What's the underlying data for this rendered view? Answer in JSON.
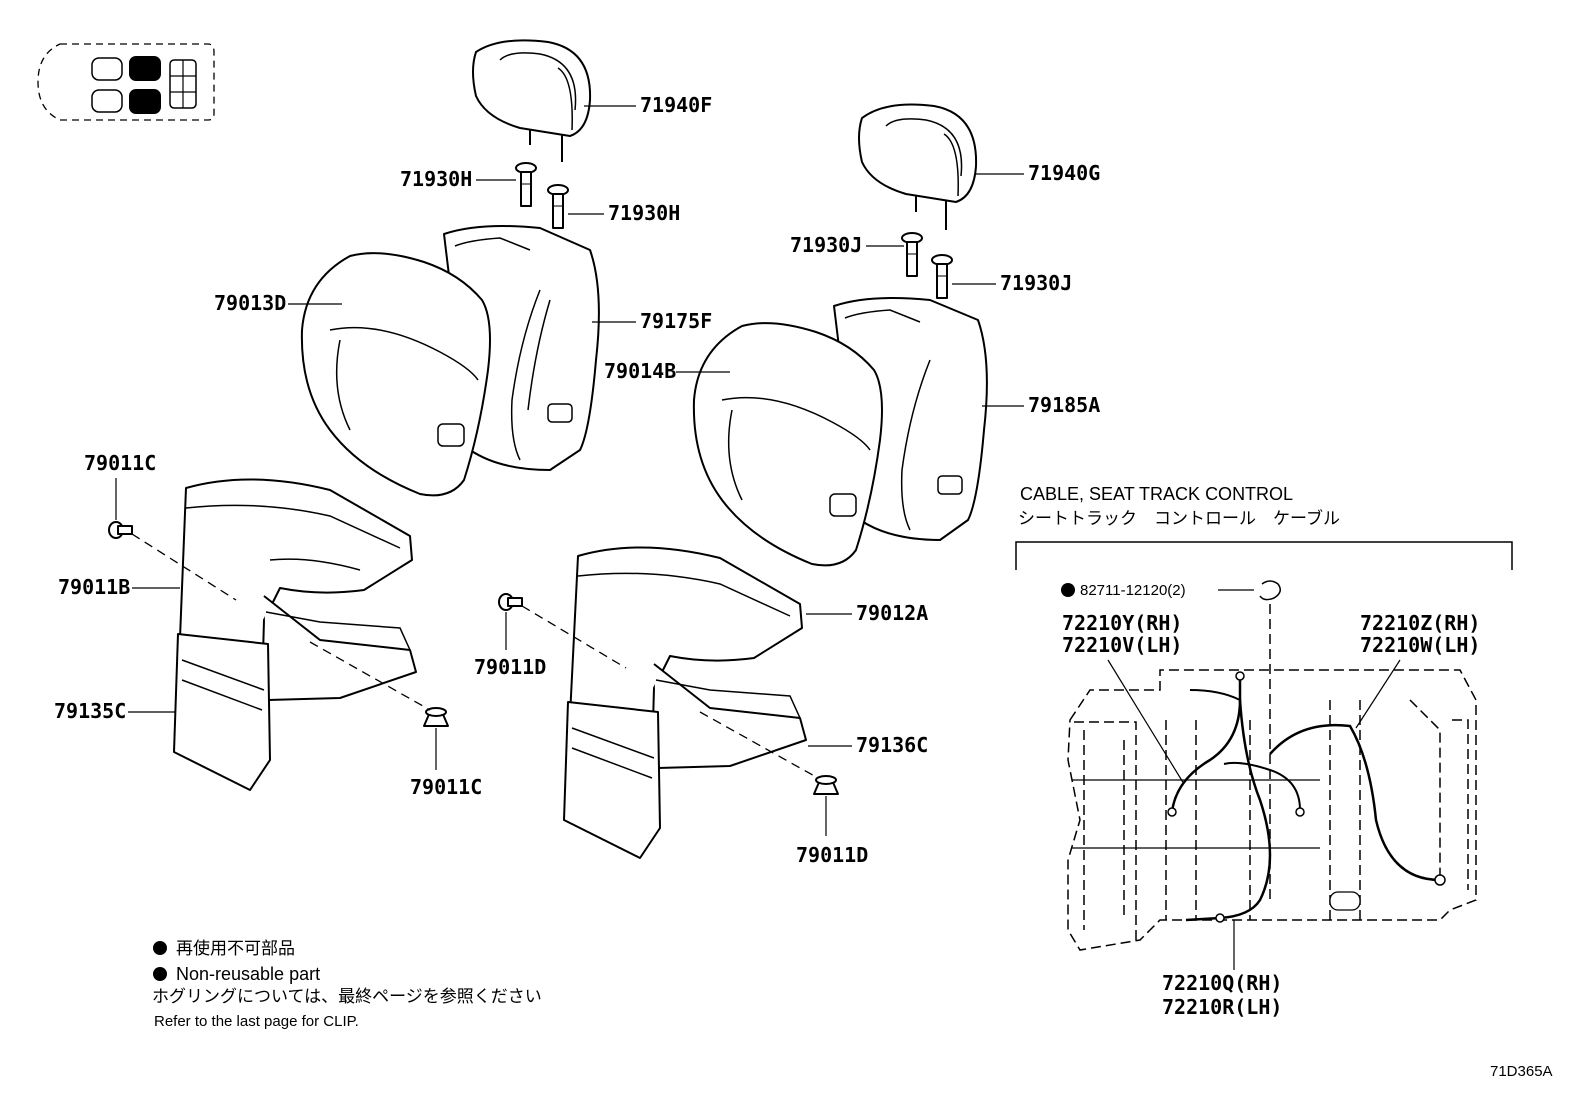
{
  "parts": {
    "p71940F": "71940F",
    "p71930H_a": "71930H",
    "p71930H_b": "71930H",
    "p79013D": "79013D",
    "p79175F": "79175F",
    "p71940G": "71940G",
    "p71930J_a": "71930J",
    "p71930J_b": "71930J",
    "p79014B": "79014B",
    "p79185A": "79185A",
    "p79011C_top": "79011C",
    "p79011B": "79011B",
    "p79135C": "79135C",
    "p79011C_bottom": "79011C",
    "p79011D_left": "79011D",
    "p79012A": "79012A",
    "p79136C": "79136C",
    "p79011D_right": "79011D"
  },
  "cable_panel": {
    "title_en": "CABLE, SEAT TRACK CONTROL",
    "title_jp": "シートトラック　コントロール　ケーブル",
    "clip_part": "82711-12120(2)",
    "left_rh": "72210Y(RH)",
    "left_lh": "72210V(LH)",
    "right_rh": "72210Z(RH)",
    "right_lh": "72210W(LH)",
    "bottom_rh": "72210Q(RH)",
    "bottom_lh": "72210R(LH)"
  },
  "notes": {
    "non_reusable_jp": "再使用不可部品",
    "non_reusable_en": "Non-reusable part",
    "clip_ref_jp": "ホグリングについては、最終ページを参照ください",
    "clip_ref_en": "Refer to the last page for CLIP."
  },
  "diagram_code": "71D365A",
  "colors": {
    "ink": "#000000",
    "paper": "#ffffff"
  }
}
